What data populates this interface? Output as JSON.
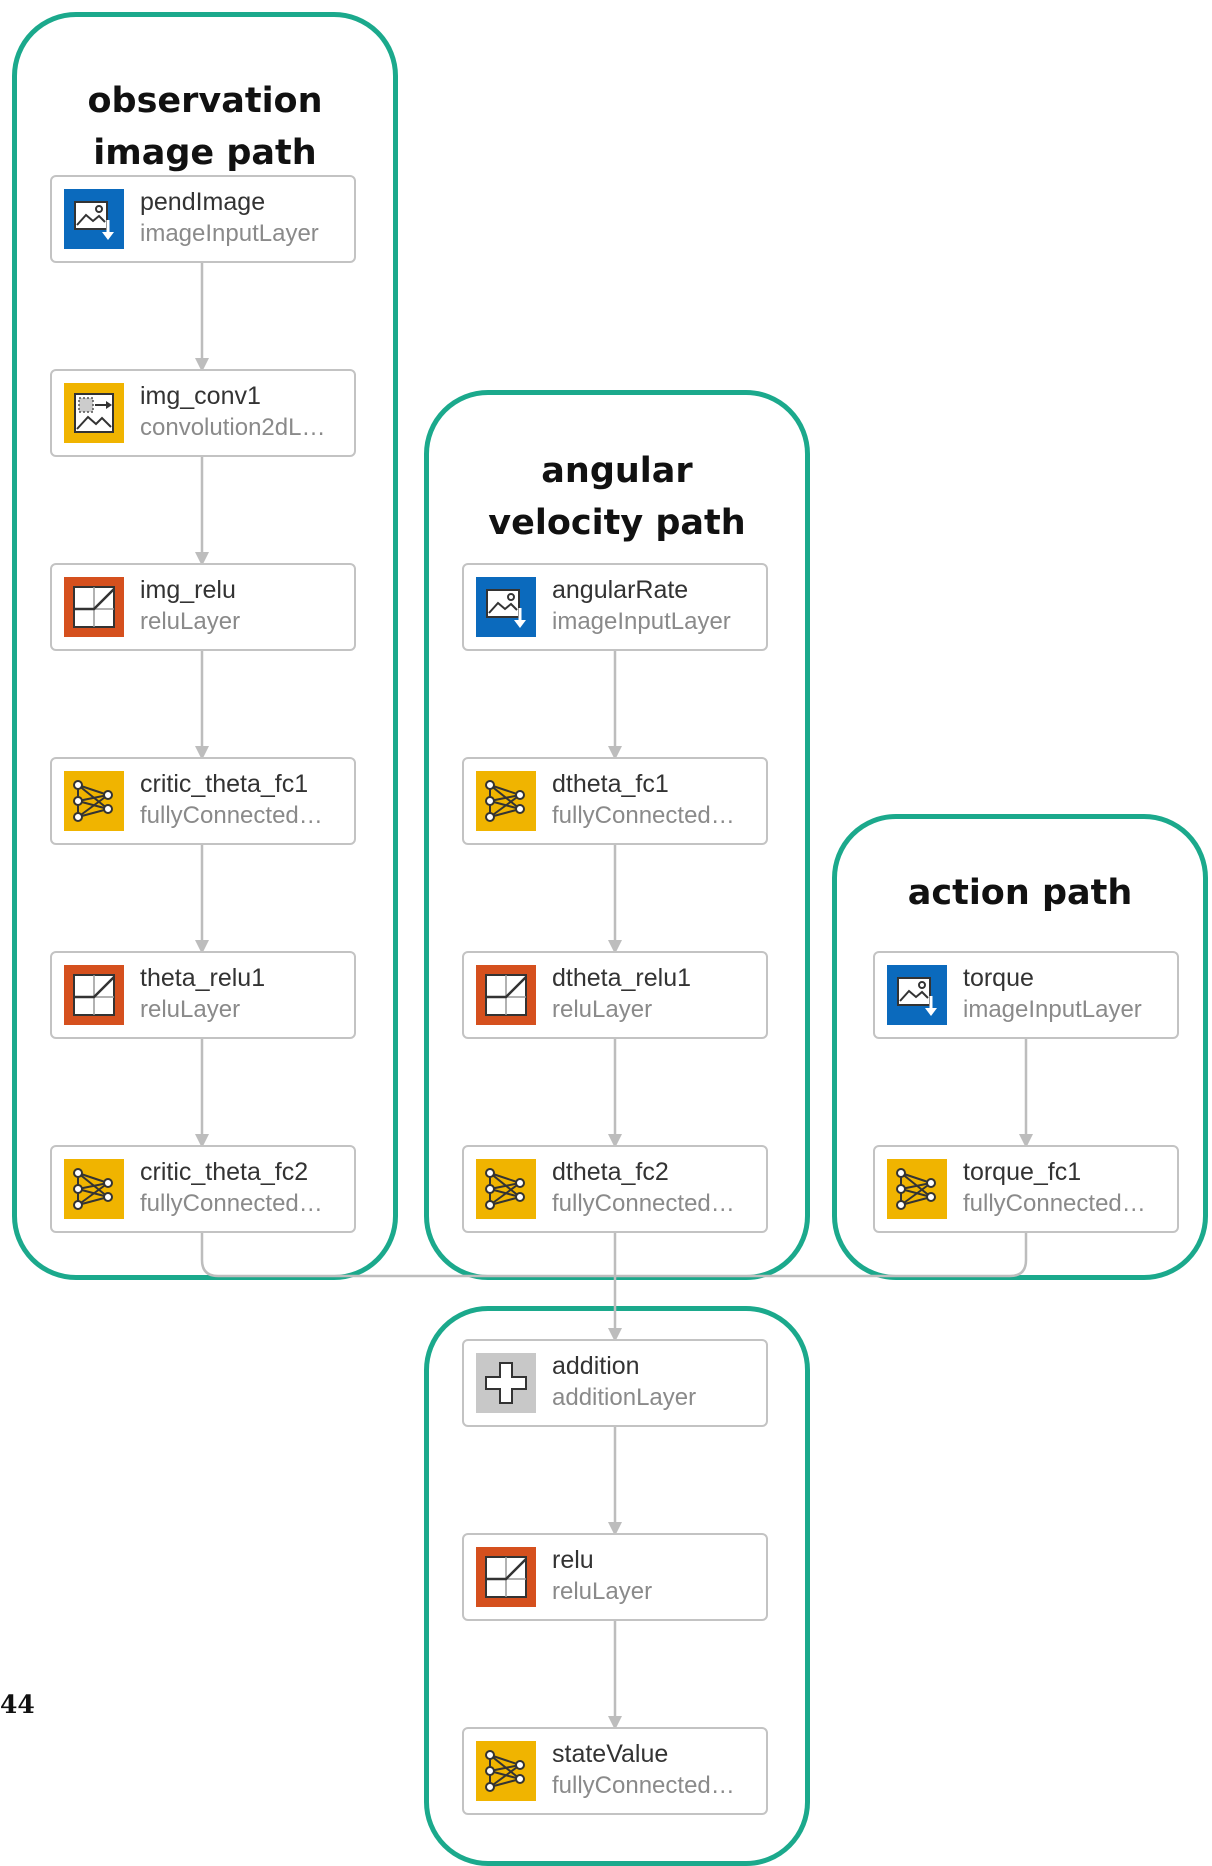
{
  "groups": {
    "observation": {
      "title_line1": "observation",
      "title_line2": "image path"
    },
    "angular": {
      "title_line1": "angular",
      "title_line2": "velocity path"
    },
    "action": {
      "title": "action path"
    }
  },
  "layers": [
    {
      "name": "pendImage",
      "type": "imageInputLayer",
      "icon": "image-input-icon"
    },
    {
      "name": "img_conv1",
      "type": "convolution2dL…",
      "icon": "convolution-icon"
    },
    {
      "name": "img_relu",
      "type": "reluLayer",
      "icon": "relu-icon"
    },
    {
      "name": "critic_theta_fc1",
      "type": "fullyConnected…",
      "icon": "fully-connected-icon"
    },
    {
      "name": "theta_relu1",
      "type": "reluLayer",
      "icon": "relu-icon"
    },
    {
      "name": "critic_theta_fc2",
      "type": "fullyConnected…",
      "icon": "fully-connected-icon"
    },
    {
      "name": "angularRate",
      "type": "imageInputLayer",
      "icon": "image-input-icon"
    },
    {
      "name": "dtheta_fc1",
      "type": "fullyConnected…",
      "icon": "fully-connected-icon"
    },
    {
      "name": "dtheta_relu1",
      "type": "reluLayer",
      "icon": "relu-icon"
    },
    {
      "name": "dtheta_fc2",
      "type": "fullyConnected…",
      "icon": "fully-connected-icon"
    },
    {
      "name": "torque",
      "type": "imageInputLayer",
      "icon": "image-input-icon"
    },
    {
      "name": "torque_fc1",
      "type": "fullyConnected…",
      "icon": "fully-connected-icon"
    },
    {
      "name": "addition",
      "type": "additionLayer",
      "icon": "addition-icon"
    },
    {
      "name": "relu",
      "type": "reluLayer",
      "icon": "relu-icon"
    },
    {
      "name": "stateValue",
      "type": "fullyConnected…",
      "icon": "fully-connected-icon"
    }
  ],
  "page_number": "44",
  "colors": {
    "group_border": "#1ba98c",
    "image_input": "#0b6abd",
    "convolution": "#f0b400",
    "relu": "#d5501e",
    "fully_connected": "#f0b400",
    "addition": "#c8c8c8",
    "edge": "#bdbdbd"
  }
}
